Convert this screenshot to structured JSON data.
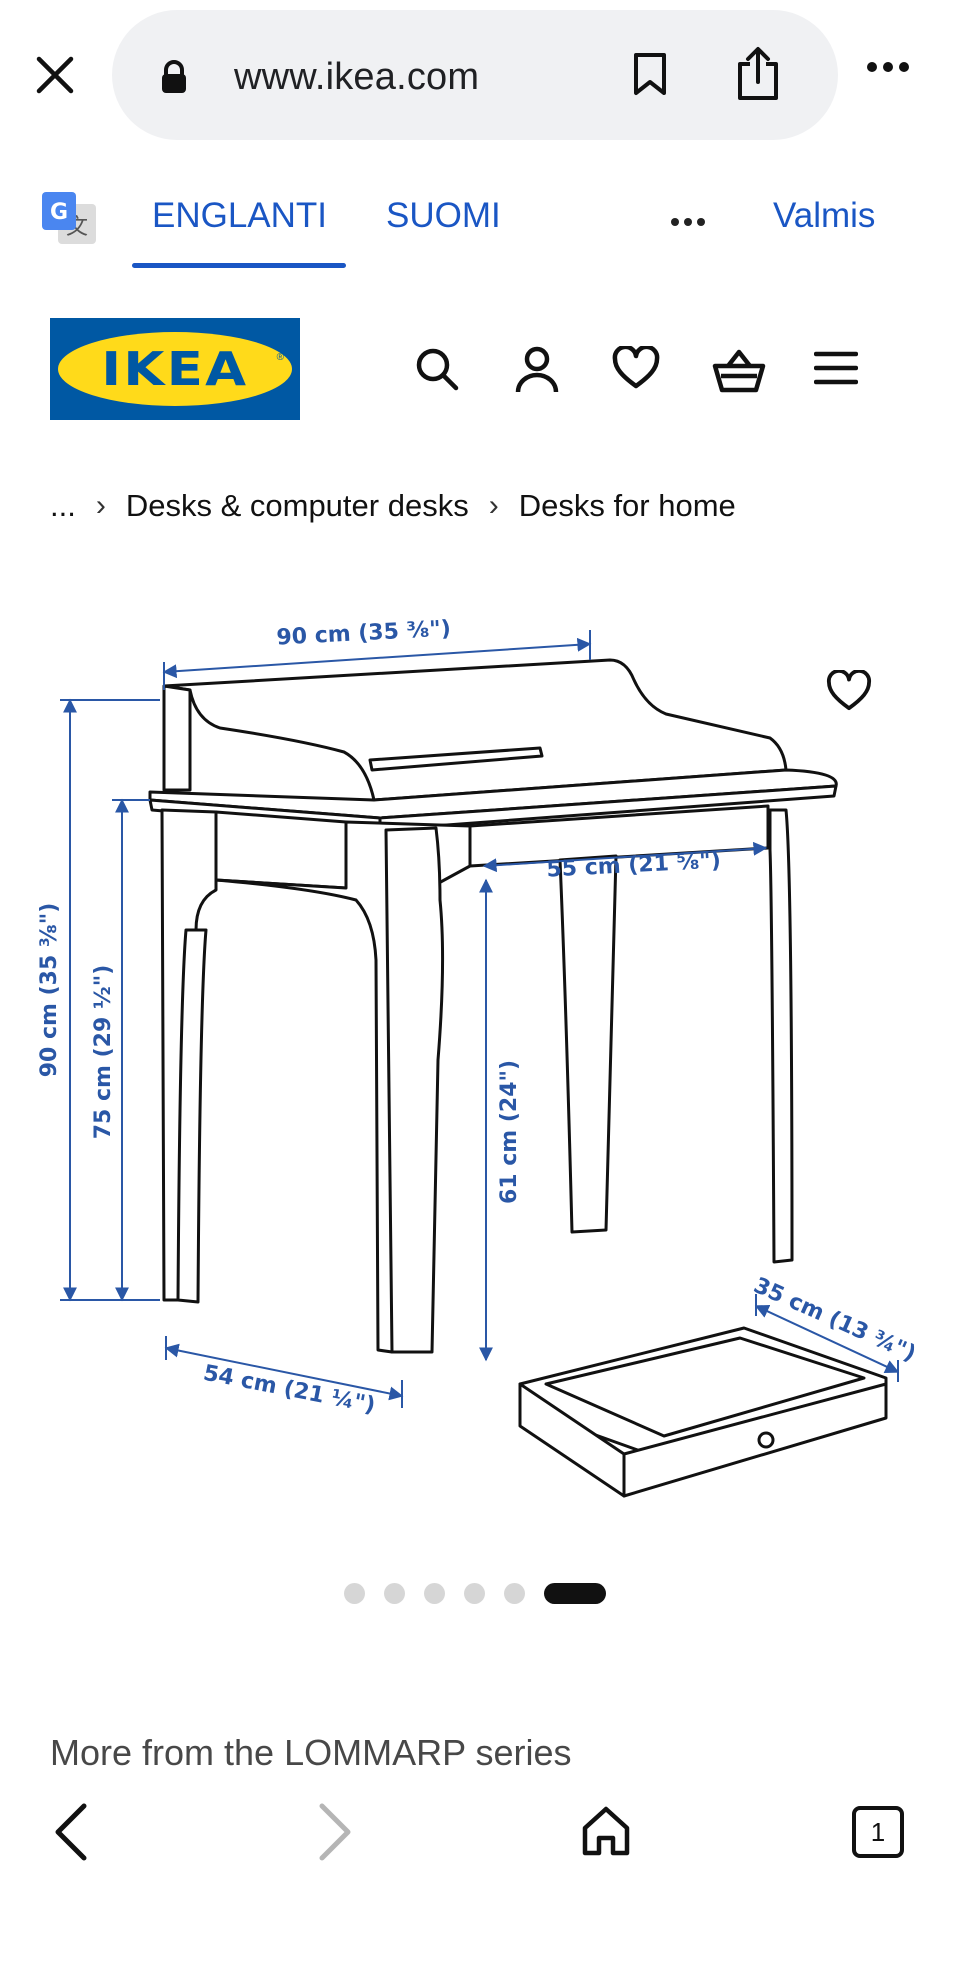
{
  "browser": {
    "url": "www.ikea.com",
    "icons": {
      "close": "close-icon",
      "lock": "lock-icon",
      "bookmark": "bookmark-icon",
      "share": "share-icon",
      "more": "more-horizontal-icon"
    }
  },
  "translate": {
    "icon": "google-translate-icon",
    "tabs": [
      {
        "label": "ENGLANTI",
        "active": true
      },
      {
        "label": "SUOMI",
        "active": false
      }
    ],
    "done_label": "Valmis",
    "accent": "#1a56c4"
  },
  "header": {
    "logo_text": "IKEA",
    "logo_colors": {
      "blue": "#0058a3",
      "yellow": "#ffda1a"
    },
    "icons": [
      "search-icon",
      "account-icon",
      "heart-icon",
      "basket-icon",
      "menu-icon"
    ]
  },
  "breadcrumb": {
    "items": [
      "...",
      "Desks & computer desks",
      "Desks for home"
    ]
  },
  "product_image": {
    "dimensions": {
      "width": "90 cm (35 ⅜\")",
      "height_total": "90 cm (35 ⅜\")",
      "height_desk": "75 cm (29 ½\")",
      "depth": "54 cm (21 ¼\")",
      "knee_width": "55 cm (21 ⅝\")",
      "knee_height": "61 cm (24\")",
      "drawer_depth": "35 cm (13 ¾\")"
    },
    "carousel": {
      "count": 6,
      "active_index": 5
    }
  },
  "series_link": "More from the LOMMARP series",
  "bottom_nav": {
    "tab_count": "1",
    "icons": [
      "back-icon",
      "forward-icon",
      "home-icon",
      "tabs-icon"
    ]
  }
}
